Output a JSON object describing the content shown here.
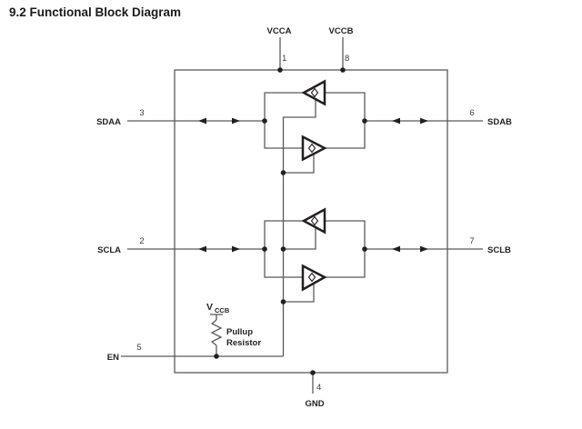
{
  "figure": {
    "title": "9.2 Functional Block Diagram",
    "type": "functional-block-diagram"
  },
  "pins": {
    "vcca": {
      "label": "VCCA",
      "number": "1"
    },
    "vccb": {
      "label": "VCCB",
      "number": "8"
    },
    "sdaa": {
      "label": "SDAA",
      "number": "3"
    },
    "sdab": {
      "label": "SDAB",
      "number": "6"
    },
    "scla": {
      "label": "SCLA",
      "number": "2"
    },
    "sclb": {
      "label": "SCLB",
      "number": "7"
    },
    "en": {
      "label": "EN",
      "number": "5"
    },
    "gnd": {
      "label": "GND",
      "number": "4"
    }
  },
  "pullup": {
    "supply_prefix": "V",
    "supply_subscript": "CCB",
    "label_line1": "Pullup",
    "label_line2": "Resistor"
  },
  "colors": {
    "wire": "#5a5a5a",
    "ink": "#231f20",
    "background": "#ffffff"
  }
}
